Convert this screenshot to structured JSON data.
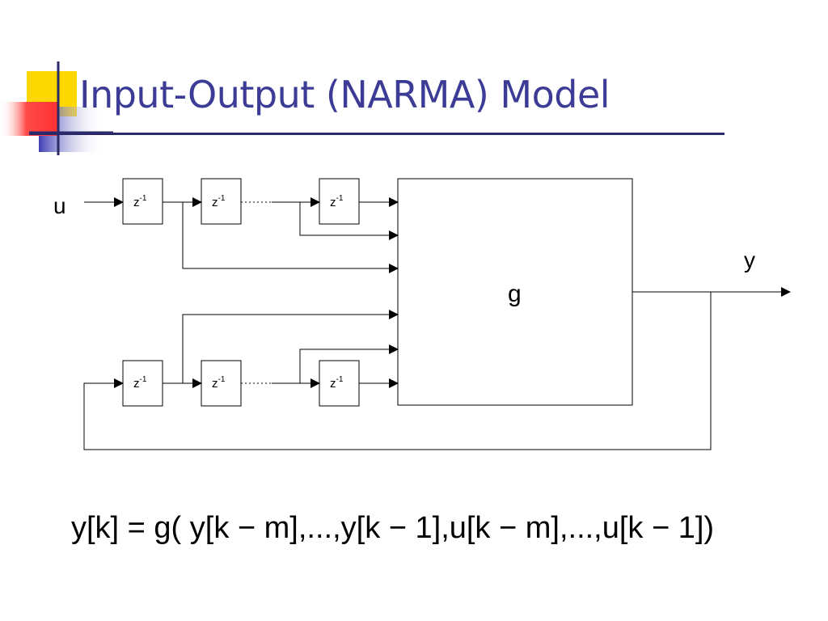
{
  "title": "Input-Output (NARMA) Model",
  "colors": {
    "title": "#3c3c96",
    "accent_yellow": "#ffd700",
    "accent_red": "#ff4a4a",
    "accent_blue": "#3f3fb4",
    "rule": "#2a2a6a"
  },
  "diagram": {
    "input_label": "u",
    "output_label": "y",
    "function_label": "g",
    "delay_base": "z",
    "delay_exponent": "-1"
  },
  "equation": "y[k] = g( y[k − m],...,y[k − 1],u[k − m],...,u[k − 1])"
}
